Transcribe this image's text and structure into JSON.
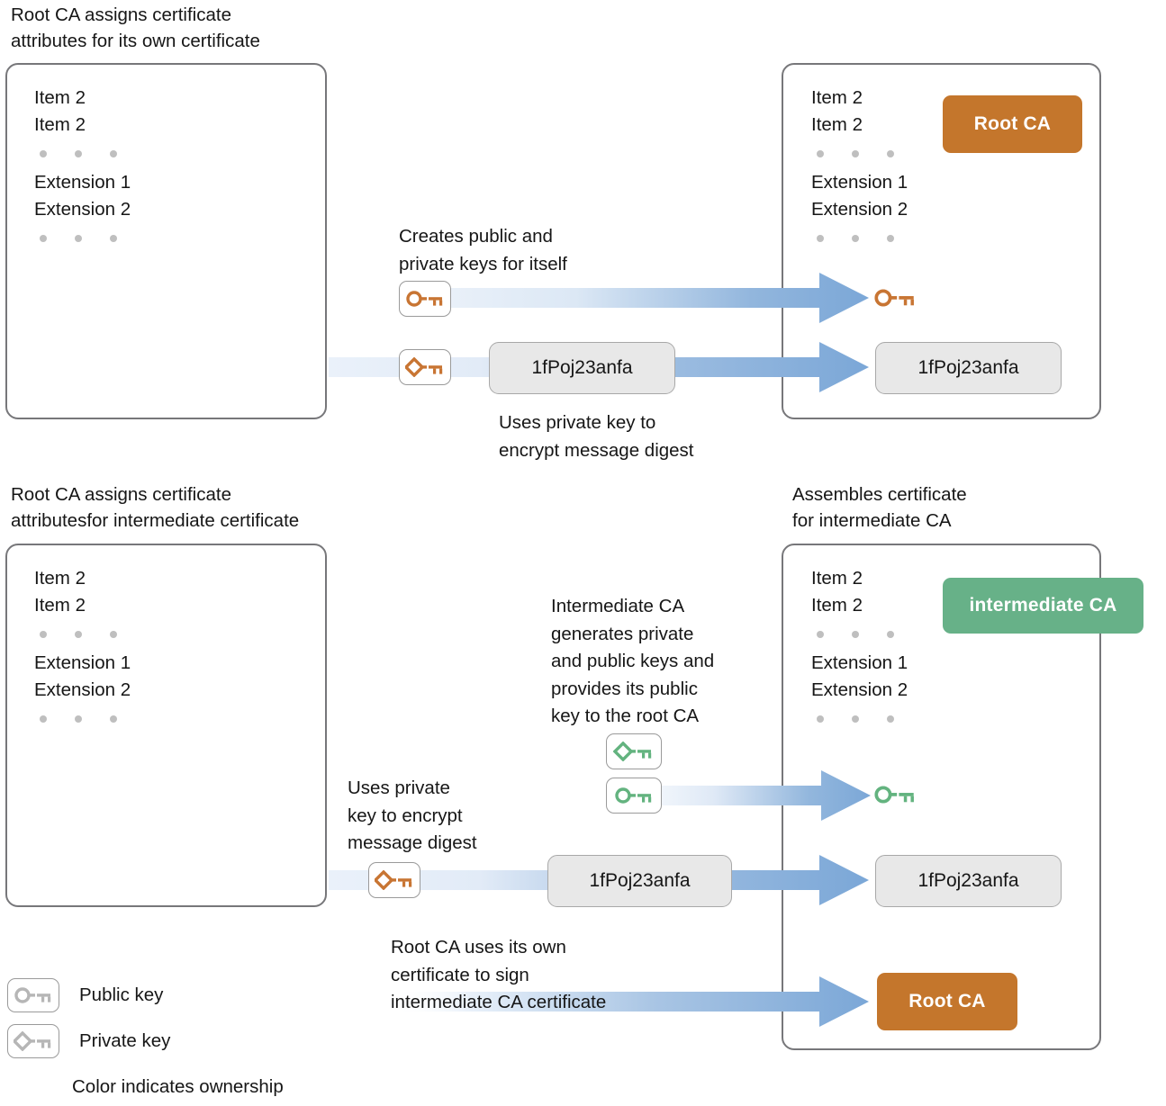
{
  "colors": {
    "root_ca_orange": "#c4762c",
    "intermediate_green": "#67b188",
    "key_orange": "#c87533",
    "key_green": "#63b37f",
    "key_gray": "#b6b6b6",
    "arrow_blue": "#7ba7d7",
    "box_border": "#77777a",
    "chip_bg": "#e8e8e8",
    "dot_gray": "#bfbfbf"
  },
  "section1": {
    "left_caption": "Root CA assigns certificate\nattributes for its own certificate",
    "left_cert": {
      "items": [
        "Item 2",
        "Item 2"
      ],
      "extensions": [
        "Extension 1",
        "Extension 2"
      ]
    },
    "right_cert": {
      "items": [
        "Item 2",
        "Item 2"
      ],
      "extensions": [
        "Extension 1",
        "Extension 2"
      ],
      "badge_label": "Root CA"
    },
    "creates_keys_caption": "Creates public and\nprivate keys for itself",
    "encrypt_caption": "Uses private key to\nencrypt message digest",
    "hash_source": "1fPoj23anfa",
    "hash_result": "1fPoj23anfa",
    "public_key_icon": "public-key-icon",
    "private_key_icon": "private-key-icon"
  },
  "section2": {
    "left_caption": "Root CA assigns certificate\nattributesfor intermediate certificate",
    "right_caption": "Assembles certificate\nfor intermediate CA",
    "left_cert": {
      "items": [
        "Item 2",
        "Item 2"
      ],
      "extensions": [
        "Extension 1",
        "Extension 2"
      ]
    },
    "right_cert": {
      "items": [
        "Item 2",
        "Item 2"
      ],
      "extensions": [
        "Extension 1",
        "Extension 2"
      ],
      "badge_label": "intermediate CA"
    },
    "intermediate_caption": "Intermediate CA\ngenerates private\nand public keys and\nprovides its public\nkey to the root CA",
    "encrypt_caption": "Uses private\nkey to encrypt\nmessage digest",
    "hash_source": "1fPoj23anfa",
    "hash_result": "1fPoj23anfa",
    "sign_caption": "Root CA uses its own\ncertificate to sign\nintermediate CA certificate",
    "sign_badge_label": "Root CA"
  },
  "legend": {
    "public_key_label": "Public key",
    "private_key_label": "Private key",
    "footnote": "Color indicates ownership"
  }
}
